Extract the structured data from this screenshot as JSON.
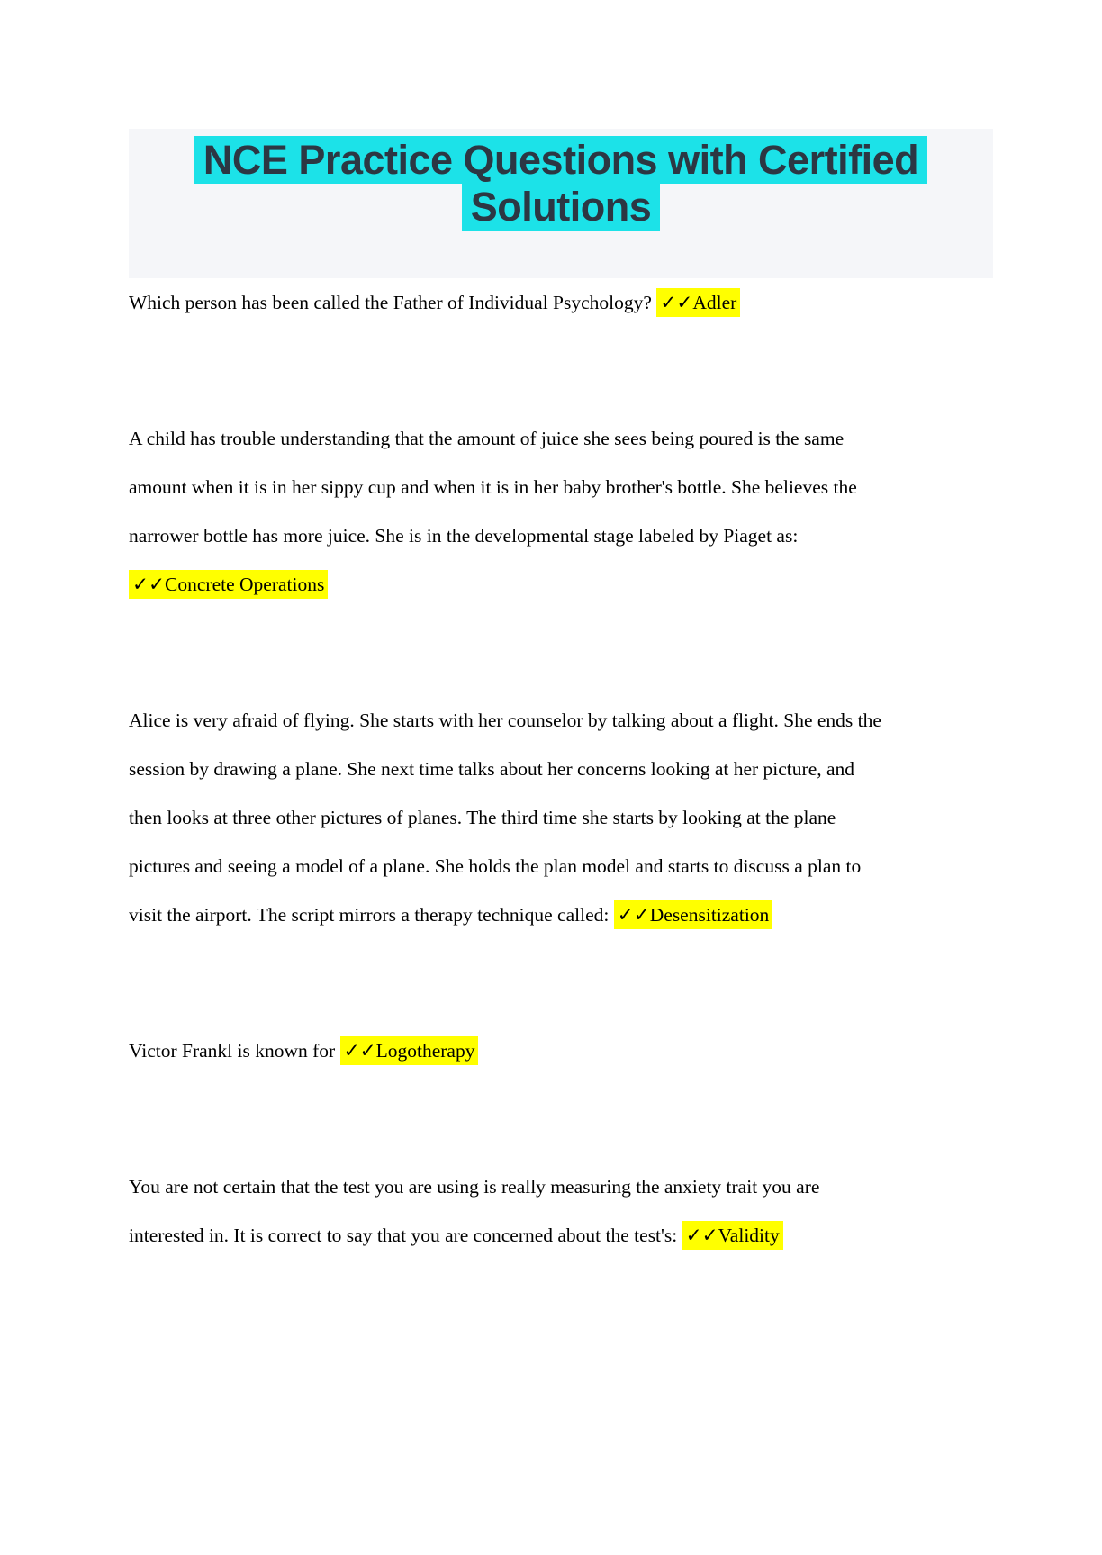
{
  "header": {
    "title": "NCE Practice Questions with Certified Solutions",
    "title_lines": [
      "NCE Practice Questions with Certified",
      "Solutions"
    ]
  },
  "colors": {
    "title_highlight": "#1ce2e8",
    "answer_highlight": "#ffff00",
    "title_band_background": "#f5f6f9",
    "title_text": "#2c3743",
    "body_text": "#000000"
  },
  "answer_prefix": "✓✓",
  "questions": [
    {
      "lines": [
        [
          {
            "text": "Which person has been called the Father of Individual Psychology? ",
            "highlight": false
          },
          {
            "text": "✓✓Adler",
            "highlight": true
          }
        ]
      ]
    },
    {
      "lines": [
        [
          {
            "text": "A child has trouble understanding that the amount of juice she sees being poured is the same",
            "highlight": false
          }
        ],
        [
          {
            "text": "amount when it is in her sippy cup and when it is in her baby brother's bottle. She believes the",
            "highlight": false
          }
        ],
        [
          {
            "text": "narrower bottle has more juice. She is in the developmental stage labeled by Piaget as:",
            "highlight": false
          }
        ],
        [
          {
            "text": "✓✓Concrete Operations",
            "highlight": true
          }
        ]
      ]
    },
    {
      "lines": [
        [
          {
            "text": "Alice is very afraid of flying. She starts with her counselor by talking about a flight. She ends the",
            "highlight": false
          }
        ],
        [
          {
            "text": "session by drawing a plane. She next time talks about her concerns looking at her picture, and",
            "highlight": false
          }
        ],
        [
          {
            "text": "then looks at three other pictures of planes. The third time she starts by looking at the plane",
            "highlight": false
          }
        ],
        [
          {
            "text": "pictures and seeing a model of a plane. She holds the plan model and starts to discuss a plan to",
            "highlight": false
          }
        ],
        [
          {
            "text": "visit the airport. The script mirrors a therapy technique called: ",
            "highlight": false
          },
          {
            "text": "✓✓Desensitization",
            "highlight": true
          }
        ]
      ]
    },
    {
      "lines": [
        [
          {
            "text": "Victor Frankl is known for ",
            "highlight": false
          },
          {
            "text": "✓✓Logotherapy",
            "highlight": true
          }
        ]
      ]
    },
    {
      "lines": [
        [
          {
            "text": "You are not certain that the test you are using is really measuring the anxiety trait you are",
            "highlight": false
          }
        ],
        [
          {
            "text": "interested in. It is correct to say that you are concerned about the test's: ",
            "highlight": false
          },
          {
            "text": "✓✓Validity",
            "highlight": true
          }
        ]
      ]
    }
  ]
}
